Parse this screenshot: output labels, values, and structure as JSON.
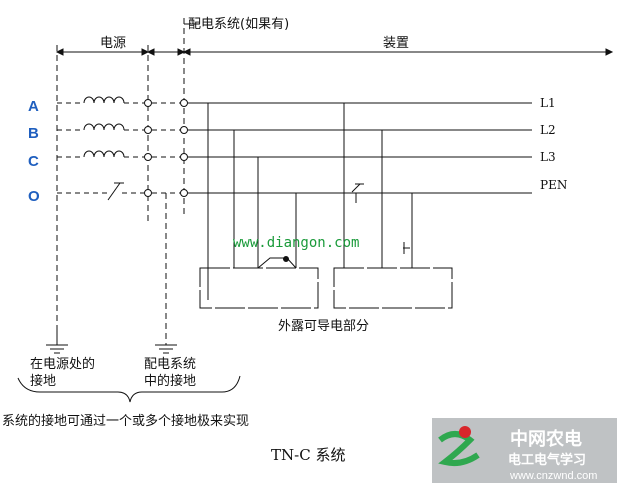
{
  "labels": {
    "distribution_system": "配电系统(如果有)",
    "power_source": "电源",
    "installation": "装置",
    "exposed_parts": "外露可导电部分",
    "earth_at_source_line1": "在电源处的",
    "earth_at_source_line2": "接地",
    "earth_in_dist_line1": "配电系统",
    "earth_in_dist_line2": "中的接地",
    "footnote": "系统的接地可通过一个或多个接地极来实现",
    "caption": "TN-C 系统"
  },
  "phases": [
    "A",
    "B",
    "C",
    "O"
  ],
  "conductors": [
    "L1",
    "L2",
    "L3",
    "PEN"
  ],
  "watermark": "www.diangon.com",
  "logo": {
    "title": "中网农电",
    "subtitle": "电工电气学习",
    "url": "www.cnzwnd.com"
  },
  "colors": {
    "line": "#111111",
    "phase_label": "#1f5fbf",
    "watermark": "#1a9a3a",
    "logo_green": "#2fa84f",
    "logo_red": "#d8262b"
  }
}
